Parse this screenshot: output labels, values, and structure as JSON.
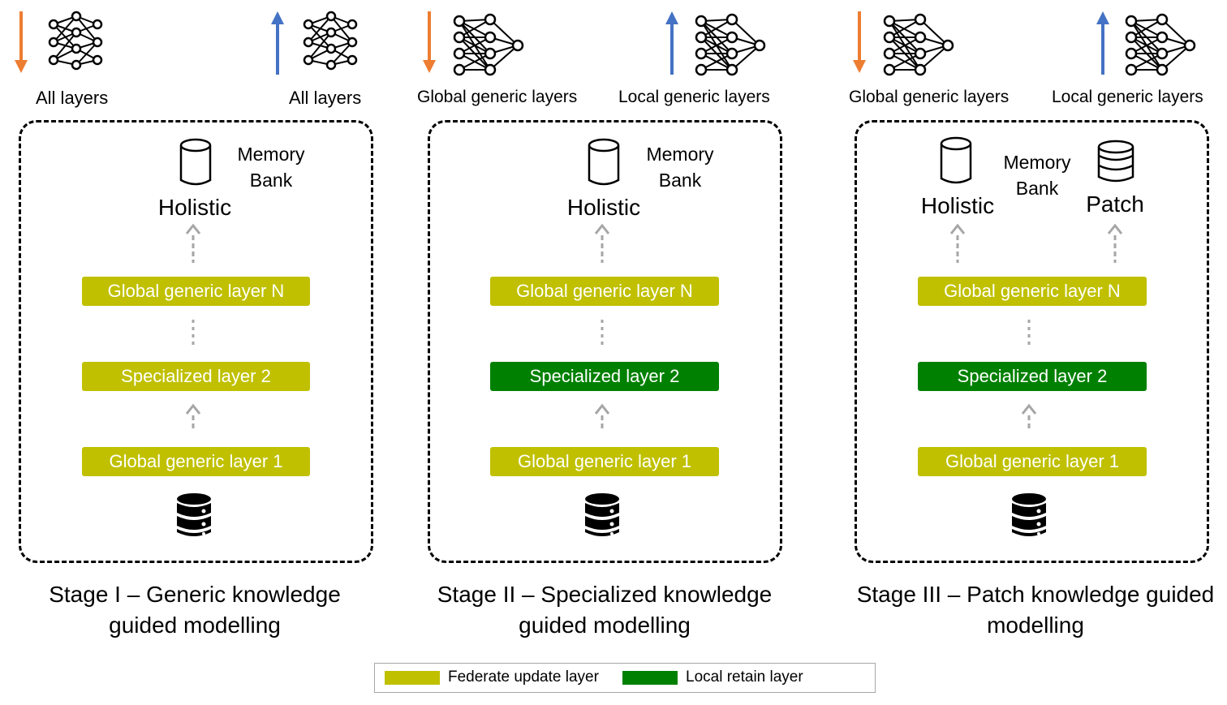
{
  "colors": {
    "federate": "#c0c000",
    "local": "#008000",
    "download_arrow": "#ed7d31",
    "upload_arrow": "#4472c4"
  },
  "stages": [
    {
      "down_label": "All layers",
      "up_label": "All layers",
      "memory_bank": "Memory\nBank",
      "holistic": "Holistic",
      "layer_top": "Global generic layer N",
      "layer_mid": "Specialized layer 2",
      "layer_bot": "Global generic layer 1",
      "mid_type": "federate",
      "caption_line1": "Stage I – Generic knowledge",
      "caption_line2": "guided modelling"
    },
    {
      "down_label": "Global generic layers",
      "up_label": "Local generic layers",
      "memory_bank": "Memory\nBank",
      "holistic": "Holistic",
      "layer_top": "Global generic layer N",
      "layer_mid": "Specialized layer 2",
      "layer_bot": "Global generic layer 1",
      "mid_type": "local",
      "caption_line1": "Stage II – Specialized knowledge",
      "caption_line2": "guided modelling"
    },
    {
      "down_label": "Global generic layers",
      "up_label": "Local generic layers",
      "memory_bank": "Memory\nBank",
      "holistic": "Holistic",
      "patch": "Patch",
      "layer_top": "Global generic layer N",
      "layer_mid": "Specialized layer 2",
      "layer_bot": "Global generic layer 1",
      "mid_type": "local",
      "caption_line1": "Stage III – Patch knowledge guided",
      "caption_line2": "modelling"
    }
  ],
  "legend": {
    "federate_label": "Federate update layer",
    "local_label": "Local retain layer"
  },
  "icons": {
    "network": "neural-network-icon",
    "database": "database-icon",
    "cylinder": "memory-cylinder-icon"
  }
}
